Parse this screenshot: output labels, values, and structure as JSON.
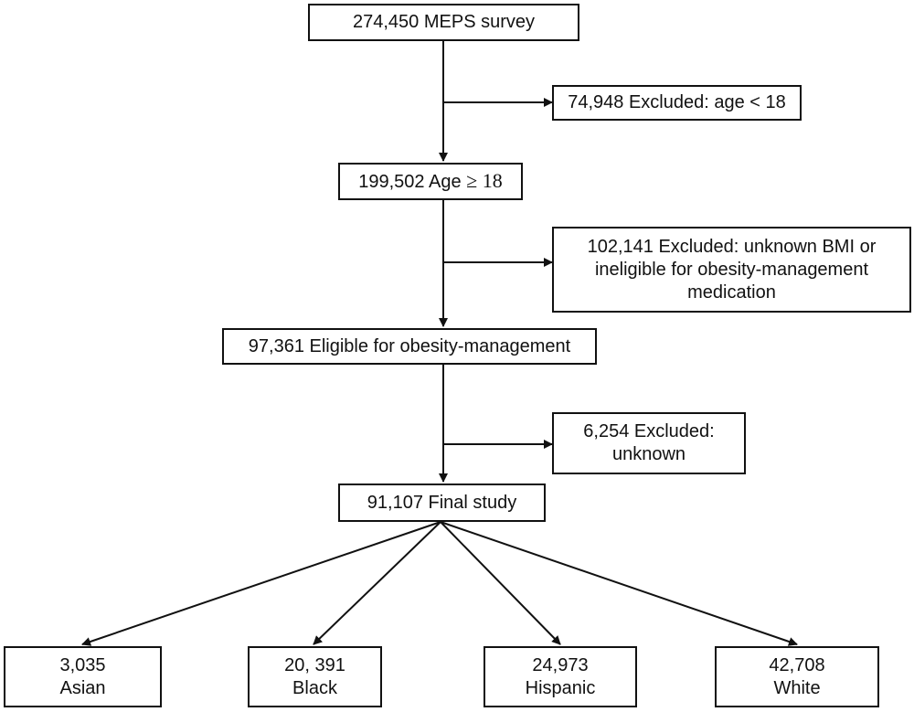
{
  "flowchart": {
    "survey": "274,450 MEPS survey",
    "excluded_age": "74,948 Excluded: age < 18",
    "adults": {
      "count": "199,502",
      "label": "Age",
      "condition": "≥ 18"
    },
    "excluded_bmi": {
      "line1": "102,141 Excluded: unknown BMI or",
      "line2": "ineligible for obesity-management",
      "line3": "medication"
    },
    "eligible": "97,361 Eligible for obesity-management",
    "excluded_unknown": {
      "line1": "6,254 Excluded:",
      "line2": "unknown"
    },
    "final_study": "91,107 Final study",
    "groups": [
      {
        "count": "3,035",
        "label": "Asian"
      },
      {
        "count": "20, 391",
        "label": "Black"
      },
      {
        "count": "24,973",
        "label": "Hispanic"
      },
      {
        "count": "42,708",
        "label": "White"
      }
    ]
  }
}
